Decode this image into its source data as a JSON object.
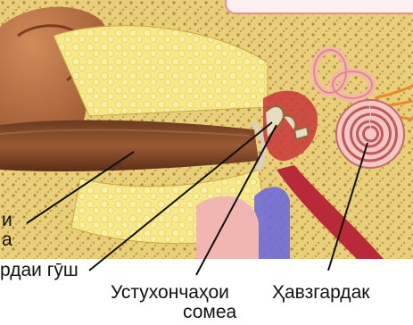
{
  "labels": {
    "canal_line1": "и",
    "canal_line2": "а",
    "eardrum": "рдаи гӯш",
    "ossicles_line1": "Устухончаҳои",
    "ossicles_line2": "сомеа",
    "cochlea": "Ҳавзгардак"
  }
}
